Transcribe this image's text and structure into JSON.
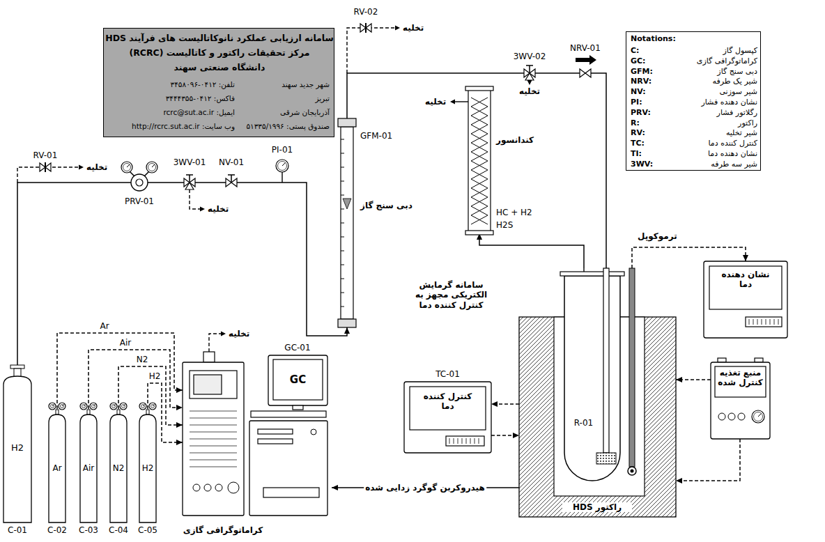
{
  "diagram": {
    "nodes": [
      {
        "text": [
          "سامانه ارزیابی عملکرد نانوکاتالیست های فرآیند HDS",
          "مرکز تحقیقات راکتور و کاتالیست (RCRC)",
          "دانشگاه صنعتی سهند",
          "شهر جدید سهند",
          "تلفن: ۰۴۱۲-۳۴۵۸۰۹۶",
          "تبریز",
          "فاکس: ۰۴۱۲-۳۴۴۴۳۵۵",
          "آذربایجان شرقی",
          "ایمیل: rcrc@sut.ac.ir",
          "صندوق پستی: ۵۱۳۳۵/۱۹۹۶",
          "وب سایت: http://rcrc.sut.ac.ir"
        ]
      },
      {
        "text": [
          "Notations:",
          "C:",
          "کپسول گاز",
          "GC:",
          "کراماتوگرافی گازی",
          "GFM:",
          "دبی سنج گاز",
          "NRV:",
          "شیر یک طرفه",
          "NV:",
          "شیر سوزنی",
          "PI:",
          "نشان دهنده فشار",
          "PRV:",
          "رگلاتور فشار",
          "R:",
          "راکتور",
          "RV:",
          "شیر تخلیه",
          "TC:",
          "کنترل کننده دما",
          "TI:",
          "نشان دهنده دما",
          "3WV:",
          "شیر سه طرفه"
        ]
      },
      {
        "text": [
          "H2",
          "C-01"
        ]
      },
      {
        "text": [
          "Ar",
          "C-02"
        ]
      },
      {
        "text": [
          "Air",
          "C-03"
        ]
      },
      {
        "text": [
          "N2",
          "C-04"
        ]
      },
      {
        "text": [
          "H2",
          "C-05"
        ]
      },
      {
        "text": [
          "GC-01",
          "GC",
          "کراماتوگرافی گازی"
        ]
      },
      {
        "text": [
          "GFM-01",
          "دبی سنج گاز"
        ]
      },
      {
        "text": [
          "کندانسور"
        ]
      },
      {
        "text": [
          "R-01",
          "راکتور HDS"
        ]
      },
      {
        "text": [
          "TC-01",
          "کنترل کننده دما"
        ]
      },
      {
        "text": [
          "نشان دهنده دما"
        ]
      },
      {
        "text": [
          "منبع تغذیه کنترل شده"
        ]
      }
    ],
    "edges": [
      {
        "from": 2,
        "to": 8,
        "arrow": "to"
      },
      {
        "from": 8,
        "to": 10,
        "arrow": "none"
      },
      {
        "from": 10,
        "to": 9,
        "arrow": "to"
      },
      {
        "from": 10,
        "to": 7,
        "label": "هیدروکربن گوگرد زدایی شده",
        "arrow": "to"
      },
      {
        "from": 3,
        "to": 7,
        "label": "Ar",
        "arrow": "to"
      },
      {
        "from": 4,
        "to": 7,
        "label": "Air",
        "arrow": "to"
      },
      {
        "from": 5,
        "to": 7,
        "label": "N2",
        "arrow": "to"
      },
      {
        "from": 6,
        "to": 7,
        "label": "H2",
        "arrow": "to"
      },
      {
        "from": 10,
        "to": 11,
        "arrow": "to"
      },
      {
        "from": 11,
        "to": 10,
        "arrow": "to"
      },
      {
        "from": 13,
        "to": 10,
        "arrow": "to"
      },
      {
        "from": 13,
        "to": 10,
        "arrow": "to"
      },
      {
        "from": 10,
        "to": 12,
        "arrow": "to"
      }
    ],
    "labels": [
      "RV-02",
      "تخلیه",
      "3WV-02",
      "تخلیه",
      "NRV-01",
      "تخلیه",
      "HC + H2",
      "H2S",
      "RV-01",
      "تخلیه",
      "PRV-01",
      "3WV-01",
      "تخلیه",
      "NV-01",
      "PI-01",
      "ترموکوپل",
      "سامانه گرمایش الکتریکی مجهز به کنترل کننده دما",
      "تخلیه"
    ]
  }
}
